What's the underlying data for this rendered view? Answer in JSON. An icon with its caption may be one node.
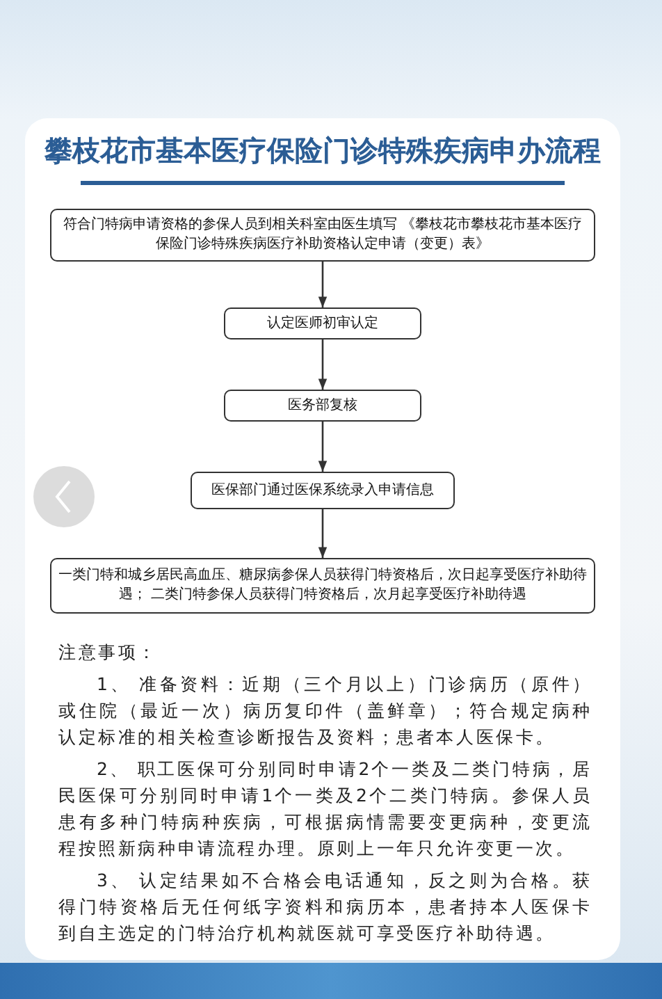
{
  "diagram": {
    "title": "攀枝花市基本医疗保险门诊特殊疾病申办流程",
    "nodes": [
      {
        "text": [
          "符合门特病申请资格的参保人员到相关科室由医生填写 《攀枝花市攀枝花市基本医疗保险门诊特殊疾病医疗补助资格认定申请（变更）表》"
        ]
      },
      {
        "text": [
          "认定医师初审认定"
        ]
      },
      {
        "text": [
          "医务部复核"
        ]
      },
      {
        "text": [
          "医保部门通过医保系统录入申请信息"
        ]
      },
      {
        "text": [
          "一类门特和城乡居民高血压、糖尿病参保人员获得门特资格后，次日起享受医疗补助待遇； 二类门特参保人员获得门特资格后，次月起享受医疗补助待遇"
        ]
      }
    ],
    "edges": [
      {
        "from": 0,
        "to": 1,
        "arrow": "to"
      },
      {
        "from": 1,
        "to": 2,
        "arrow": "to"
      },
      {
        "from": 2,
        "to": 3,
        "arrow": "to"
      },
      {
        "from": 3,
        "to": 4,
        "arrow": "to"
      }
    ],
    "labels": [
      "注意事项：",
      "1、 准备资料：近期（三个月以上）门诊病历（原件）或住院（最近一次）病历复印件（盖鲜章）；符合规定病种认定标准的相关检查诊断报告及资料；患者本人医保卡。",
      "2、 职工医保可分别同时申请2个一类及二类门特病，居民医保可分别同时申请1个一类及2个二类门特病。参保人员患有多种门特病种疾病，可根据病情需要变更病种，变更流程按照新病种申请流程办理。原则上一年只允许变更一次。",
      "3、 认定结果如不合格会电话通知，反之则为合格。获得门特资格后无任何纸字资料和病历本，患者持本人医保卡到自主选定的门特治疗机构就医就可享受医疗补助待遇。"
    ]
  }
}
